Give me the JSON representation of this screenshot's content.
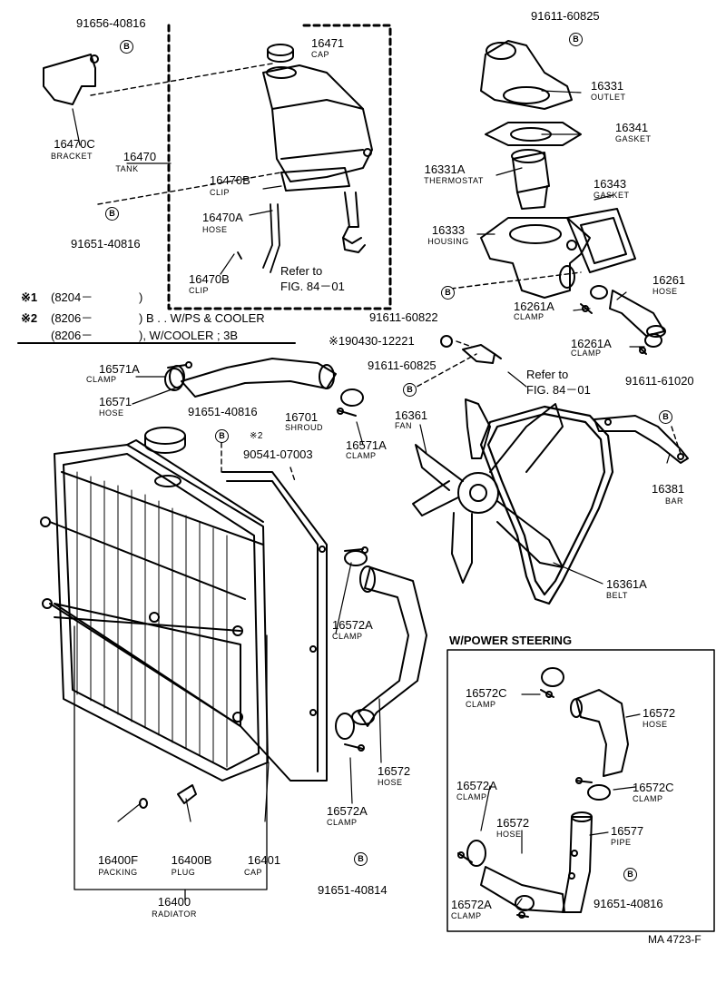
{
  "parts": {
    "p16471": {
      "num": "16471",
      "name": "CAP"
    },
    "p16470c": {
      "num": "16470C",
      "name": "BRACKET"
    },
    "p16470": {
      "num": "16470",
      "name": "TANK"
    },
    "p16470b": {
      "num": "16470B",
      "name": "CLIP"
    },
    "p16470a": {
      "num": "16470A",
      "name": "HOSE"
    },
    "p16470b2": {
      "num": "16470B",
      "name": "CLIP"
    },
    "p16331": {
      "num": "16331",
      "name": "OUTLET"
    },
    "p16341": {
      "num": "16341",
      "name": "GASKET"
    },
    "p16331a": {
      "num": "16331A",
      "name": "THERMOSTAT"
    },
    "p16343": {
      "num": "16343",
      "name": "GASKET"
    },
    "p16333": {
      "num": "16333",
      "name": "HOUSING"
    },
    "p16261": {
      "num": "16261",
      "name": "HOSE"
    },
    "p16261a1": {
      "num": "16261A",
      "name": "CLAMP"
    },
    "p16261a2": {
      "num": "16261A",
      "name": "CLAMP"
    },
    "p16571a1": {
      "num": "16571A",
      "name": "CLAMP"
    },
    "p16571": {
      "num": "16571",
      "name": "HOSE"
    },
    "p16571a2": {
      "num": "16571A",
      "name": "CLAMP"
    },
    "p16701": {
      "num": "16701",
      "name": "SHROUD"
    },
    "p16361": {
      "num": "16361",
      "name": "FAN"
    },
    "p16381": {
      "num": "16381",
      "name": "BAR"
    },
    "p16361a": {
      "num": "16361A",
      "name": "BELT"
    },
    "p16572a1": {
      "num": "16572A",
      "name": "CLAMP"
    },
    "p16572_1": {
      "num": "16572",
      "name": "HOSE"
    },
    "p16572a2": {
      "num": "16572A",
      "name": "CLAMP"
    },
    "p16400f": {
      "num": "16400F",
      "name": "PACKING"
    },
    "p16400b": {
      "num": "16400B",
      "name": "PLUG"
    },
    "p16401": {
      "num": "16401",
      "name": "CAP"
    },
    "p16400": {
      "num": "16400",
      "name": "RADIATOR"
    },
    "p16572c1": {
      "num": "16572C",
      "name": "CLAMP"
    },
    "p16572_2": {
      "num": "16572",
      "name": "HOSE"
    },
    "p16572a3": {
      "num": "16572A",
      "name": "CLAMP"
    },
    "p16572c2": {
      "num": "16572C",
      "name": "CLAMP"
    },
    "p16572_3": {
      "num": "16572",
      "name": "HOSE"
    },
    "p16577": {
      "num": "16577",
      "name": "PIPE"
    },
    "p16572a4": {
      "num": "16572A",
      "name": "CLAMP"
    }
  },
  "bolts": {
    "b1": "91656-40816",
    "b2": "91611-60825",
    "b3": "91651-40816",
    "b4": "91611-60822",
    "b5": "※190430-12221",
    "b6": "91611-60825",
    "b7": "91651-40816",
    "b8": "90541-07003",
    "b9": "91611-61020",
    "b10": "91651-40814",
    "b11": "91651-40816"
  },
  "badge_letter": "B",
  "star2": "※2",
  "refs": {
    "r1a": "Refer to",
    "r1b": "FIG. 84－01",
    "r2a": "Refer to",
    "r2b": "FIG. 84－01"
  },
  "notes": {
    "n1a": "※1",
    "n1b": "(8204－",
    "n1c": ")",
    "n2a": "※2",
    "n2b": "(8206－",
    "n2c": ") B . . W/PS & COOLER",
    "n3a": "(8206－",
    "n3c": "), W/COOLER ; 3B"
  },
  "section": {
    "title": "W/POWER STEERING"
  },
  "footer": {
    "code": "MA 4723-F"
  }
}
